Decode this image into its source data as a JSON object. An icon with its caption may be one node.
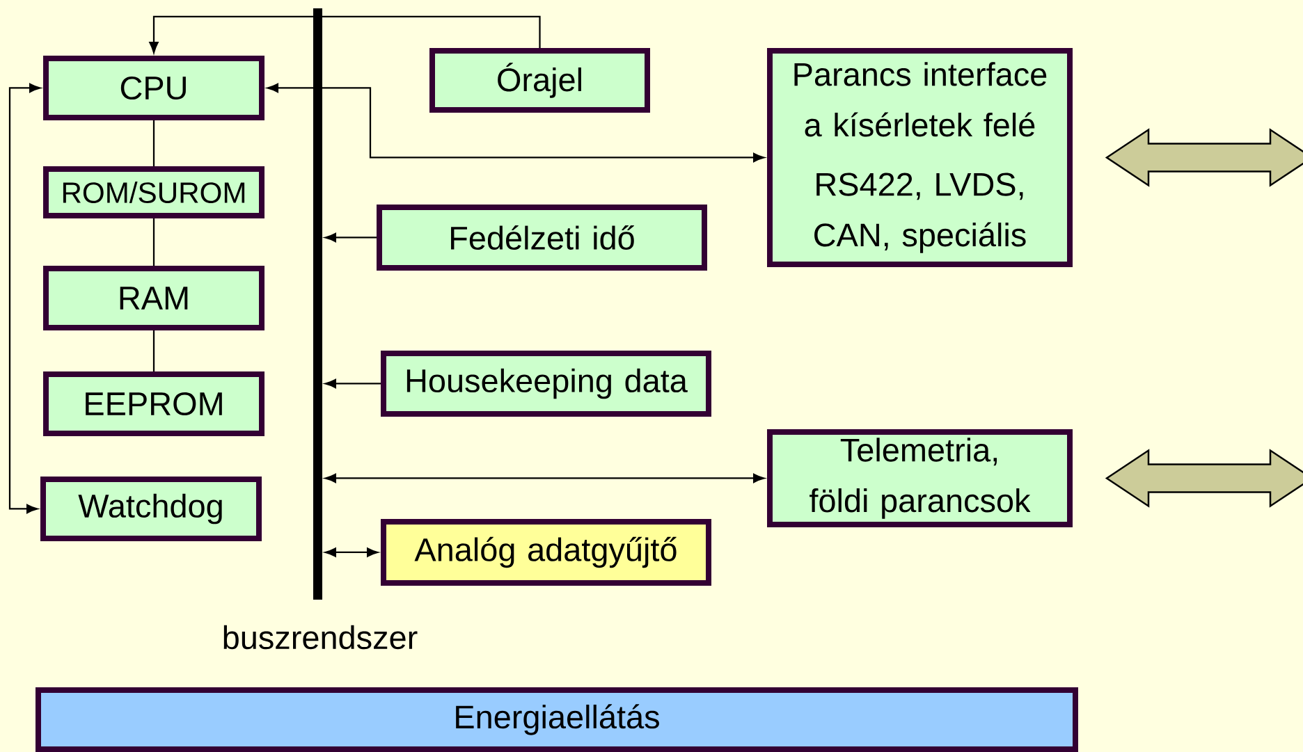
{
  "diagram": {
    "nodes": [
      {
        "text": [
          "CPU"
        ]
      },
      {
        "text": [
          "ROM/SUROM"
        ]
      },
      {
        "text": [
          "RAM"
        ]
      },
      {
        "text": [
          "EEPROM"
        ]
      },
      {
        "text": [
          "Watchdog"
        ]
      },
      {
        "text": [
          "Órajel"
        ]
      },
      {
        "text": [
          "Parancs interface a kísérletek felé",
          "RS422, LVDS, CAN, speciális"
        ]
      },
      {
        "text": [
          "Fedélzeti idő"
        ]
      },
      {
        "text": [
          "Housekeeping data"
        ]
      },
      {
        "text": [
          "Telemetria, földi parancsok"
        ]
      },
      {
        "text": [
          "Analóg adatgyűjtő"
        ]
      },
      {
        "text": [],
        "shape": "bar",
        "beside": [
          "buszrendszer"
        ]
      },
      {
        "text": [
          "Energiaellátás"
        ]
      }
    ],
    "edges": [
      {
        "from": 5,
        "to": 0,
        "arrow": "to"
      },
      {
        "from": 11,
        "to": 0,
        "arrow": "to"
      },
      {
        "from": 11,
        "to": 6,
        "arrow": "to"
      },
      {
        "from": 0,
        "to": 1,
        "arrow": "none"
      },
      {
        "from": 1,
        "to": 2,
        "arrow": "none"
      },
      {
        "from": 2,
        "to": 3,
        "arrow": "none"
      },
      {
        "from": 0,
        "to": 4,
        "arrow": "both"
      },
      {
        "from": 7,
        "to": 11,
        "arrow": "to"
      },
      {
        "from": 8,
        "to": 11,
        "arrow": "to"
      },
      {
        "from": 11,
        "to": 9,
        "arrow": "both"
      },
      {
        "from": 11,
        "to": 10,
        "arrow": "both"
      },
      {
        "from": 6,
        "to": null,
        "arrow": "both",
        "style": "thick",
        "color": "#cccc99"
      },
      {
        "from": 9,
        "to": null,
        "arrow": "both",
        "style": "thick",
        "color": "#cccc99"
      }
    ]
  }
}
